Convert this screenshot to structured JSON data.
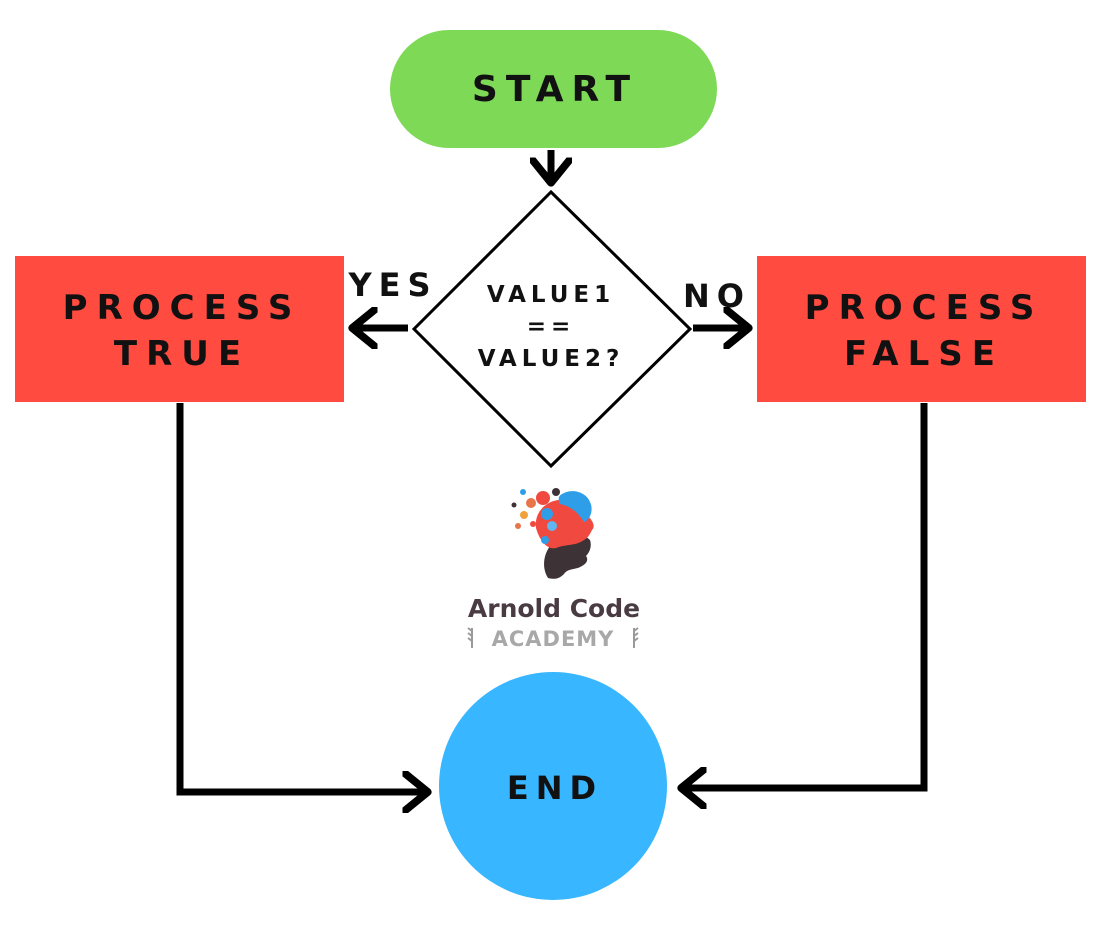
{
  "nodes": {
    "start": {
      "label": "START",
      "color": "#7ed957"
    },
    "decision": {
      "line1": "VALUE1",
      "line2": "==",
      "line3": "VALUE2?"
    },
    "process_true": {
      "line1": "PROCESS",
      "line2": "TRUE",
      "color": "#ff4b40"
    },
    "process_false": {
      "line1": "PROCESS",
      "line2": "FALSE",
      "color": "#ff4b40"
    },
    "end": {
      "label": "END",
      "color": "#38b6ff"
    }
  },
  "edges": {
    "yes_label": "YES",
    "no_label": "NO"
  },
  "logo": {
    "name": "Arnold Code",
    "subtitle": "ACADEMY"
  }
}
